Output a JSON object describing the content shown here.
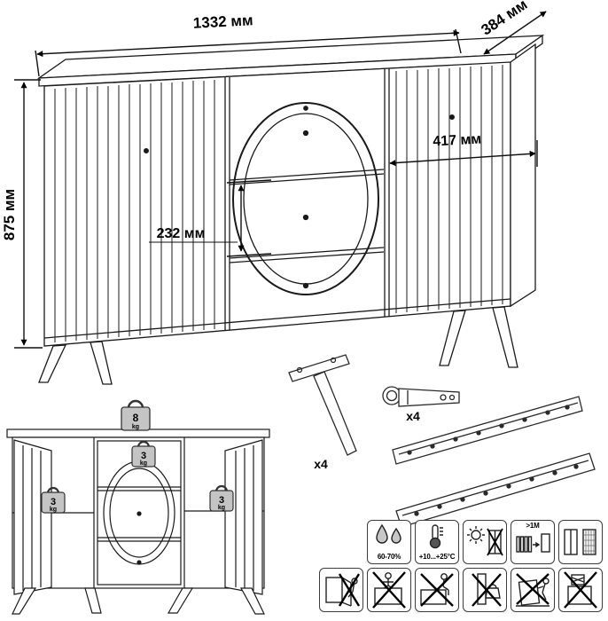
{
  "diagram": {
    "dimensions": {
      "width": "1332 мм",
      "depth": "384 мм",
      "height": "875 мм",
      "inner_width": "417 мм",
      "drawer_height": "232 мм"
    },
    "load_limits": {
      "top_value": "8",
      "shelf_value": "3",
      "unit": "kg"
    },
    "hardware": {
      "leg_qty": "x4",
      "hinge_qty": "x4"
    },
    "care_icons": {
      "row1": [
        {
          "name": "humidity-icon",
          "label": "60-70%"
        },
        {
          "name": "temperature-icon",
          "label": "+10...+25°C"
        },
        {
          "name": "no-direct-sunlight-icon",
          "label": ""
        },
        {
          "name": "heater-distance-icon",
          "label": ">1M"
        },
        {
          "name": "cabinet-spacing-icon",
          "label": ""
        }
      ],
      "row2": [
        {
          "name": "no-step-on-open-door-icon"
        },
        {
          "name": "no-climbing-icon"
        },
        {
          "name": "no-sitting-icon"
        },
        {
          "name": "no-load-on-door-icon"
        },
        {
          "name": "no-dragging-icon"
        },
        {
          "name": "no-heavy-objects-icon"
        }
      ]
    },
    "colors": {
      "line": "#1a1a1a",
      "weight_fill": "#c4c4c4"
    }
  }
}
